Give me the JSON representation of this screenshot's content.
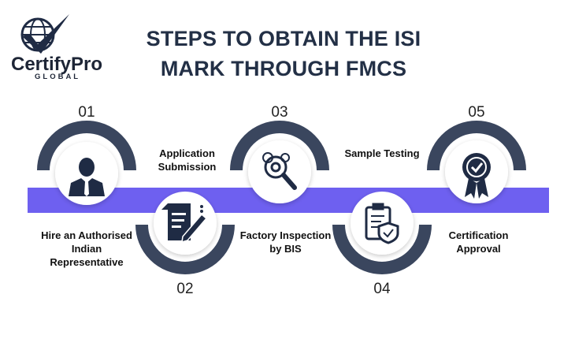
{
  "logo": {
    "name": "CertifyPro",
    "sub": "GLOBAL"
  },
  "title": "STEPS TO OBTAIN THE ISI MARK THROUGH FMCS",
  "colors": {
    "band": "#6e60f0",
    "arc": "#3a465e",
    "icon": "#1f2b44"
  },
  "steps": [
    {
      "num": "01",
      "label": "Hire an Authorised Indian Representative",
      "icon": "person-suit-icon"
    },
    {
      "num": "02",
      "label": "Application Submission",
      "icon": "document-pen-icon"
    },
    {
      "num": "03",
      "label": "Factory Inspection by BIS",
      "icon": "magnifier-gear-icon"
    },
    {
      "num": "04",
      "label": "Sample Testing",
      "icon": "clipboard-shield-icon"
    },
    {
      "num": "05",
      "label": "Certification Approval",
      "icon": "badge-check-icon"
    }
  ]
}
